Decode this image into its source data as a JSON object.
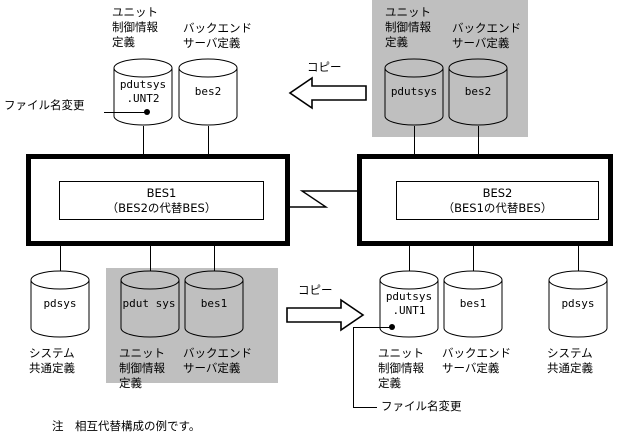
{
  "diagram": {
    "note": "注　相互代替構成の例です。",
    "colors": {
      "gray_panel": "#bfbfbf",
      "line": "#000000",
      "background": "#ffffff"
    },
    "top_left_group": {
      "caption_unit": "ユニット\n制御情報\n定義",
      "caption_bes": "バックエンド\nサーバ定義",
      "cylinders": [
        {
          "name": "pdutsys-unt2-cylinder",
          "label": "pdutsys\n.UNT2"
        },
        {
          "name": "bes2-cylinder",
          "label": "bes2"
        }
      ],
      "rename_label": "ファイル名変更"
    },
    "top_right_group": {
      "caption_unit": "ユニット\n制御情報\n定義",
      "caption_bes": "バックエンド\nサーバ定義",
      "cylinders": [
        {
          "name": "pdutsys-cylinder",
          "label": "pdutsys"
        },
        {
          "name": "bes2-cylinder",
          "label": "bes2"
        }
      ]
    },
    "copy_arrow_top": {
      "label": "コピー",
      "direction": "left"
    },
    "copy_arrow_bottom": {
      "label": "コピー",
      "direction": "right"
    },
    "server_left": {
      "title": "BES1",
      "subtitle": "（BES2の代替BES）"
    },
    "server_right": {
      "title": "BES2",
      "subtitle": "（BES1の代替BES）"
    },
    "bottom_left_group": {
      "cylinders": [
        {
          "name": "pdsys-cylinder",
          "label": "pdsys",
          "caption": "システム\n共通定義"
        },
        {
          "name": "pdutsys-cylinder",
          "label": "pdut sys",
          "caption": "ユニット\n制御情報\n定義"
        },
        {
          "name": "bes1-cylinder",
          "label": "bes1",
          "caption": "バックエンド\nサーバ定義"
        }
      ]
    },
    "bottom_right_group": {
      "cylinders": [
        {
          "name": "pdutsys-unt1-cylinder",
          "label": "pdutsys\n.UNT1",
          "caption": "ユニット\n制御情報\n定義"
        },
        {
          "name": "bes1-cylinder",
          "label": "bes1",
          "caption": "バックエンド\nサーバ定義"
        },
        {
          "name": "pdsys-cylinder",
          "label": "pdsys",
          "caption": "システム\n共通定義"
        }
      ],
      "rename_label": "ファイル名変更"
    }
  }
}
